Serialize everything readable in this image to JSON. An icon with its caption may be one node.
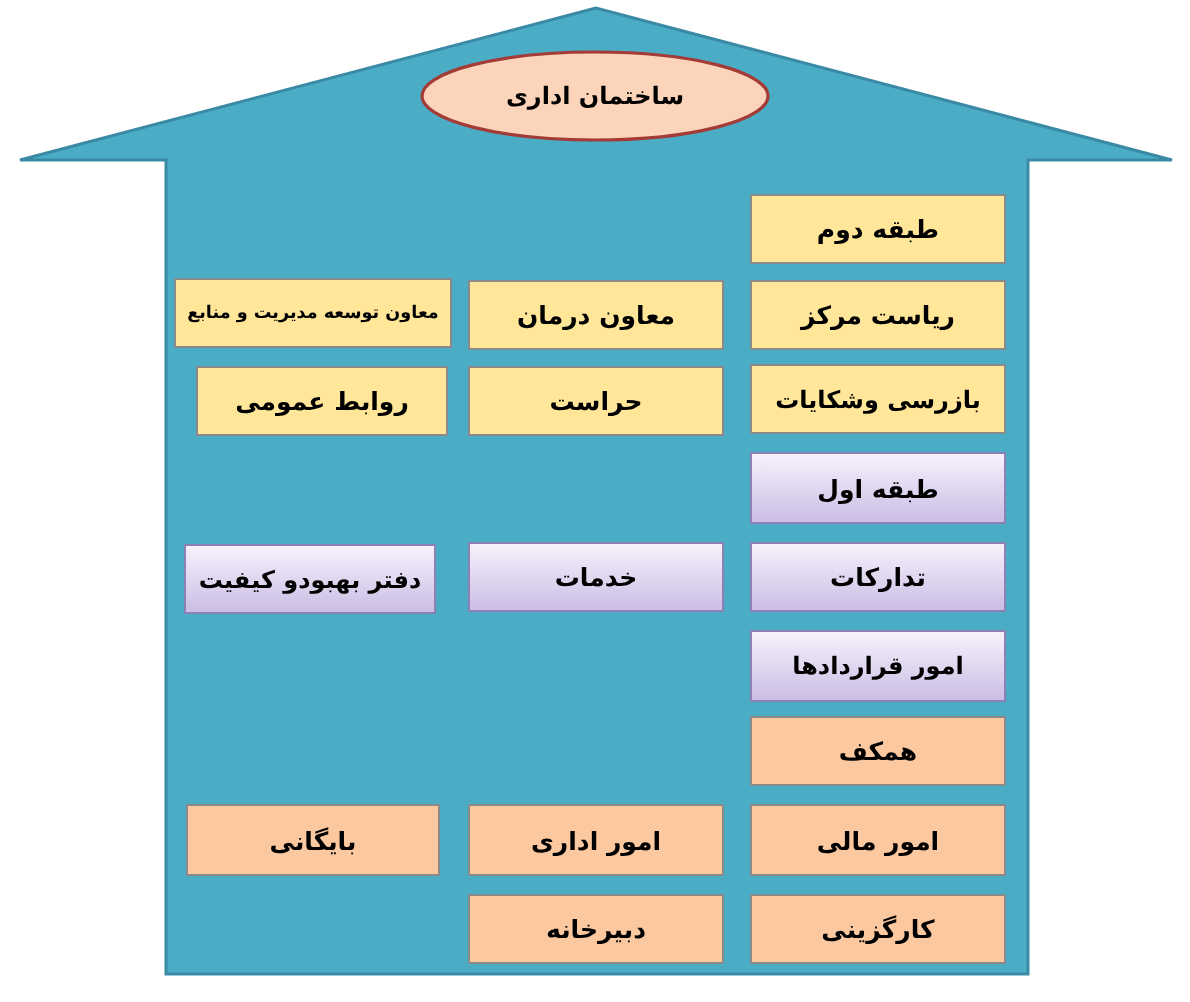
{
  "diagram": {
    "nodes": [
      {
        "text": [],
        "shape": "house"
      },
      {
        "text": [
          "ساختمان اداری"
        ],
        "in": 0
      },
      {
        "text": [
          "طبقه دوم"
        ],
        "in": 0
      },
      {
        "text": [
          "ریاست مرکز"
        ],
        "in": 0
      },
      {
        "text": [
          "معاون درمان"
        ],
        "in": 0
      },
      {
        "text": [
          "معاون توسعه مدیریت و منابع"
        ],
        "in": 0
      },
      {
        "text": [
          "بازرسی وشکایات"
        ],
        "in": 0
      },
      {
        "text": [
          "حراست"
        ],
        "in": 0
      },
      {
        "text": [
          "روابط عمومی"
        ],
        "in": 0
      },
      {
        "text": [
          "طبقه اول"
        ],
        "in": 0
      },
      {
        "text": [
          "تدارکات"
        ],
        "in": 0
      },
      {
        "text": [
          "خدمات"
        ],
        "in": 0
      },
      {
        "text": [
          "دفتر بهبودو کیفیت"
        ],
        "in": 0
      },
      {
        "text": [
          "امور قراردادها"
        ],
        "in": 0
      },
      {
        "text": [
          "همکف"
        ],
        "in": 0
      },
      {
        "text": [
          "امور مالی"
        ],
        "in": 0
      },
      {
        "text": [
          "امور اداری"
        ],
        "in": 0
      },
      {
        "text": [
          "بایگانی"
        ],
        "in": 0
      },
      {
        "text": [
          "کارگزینی"
        ],
        "in": 0
      },
      {
        "text": [
          "دبیرخانه"
        ],
        "in": 0
      }
    ]
  }
}
